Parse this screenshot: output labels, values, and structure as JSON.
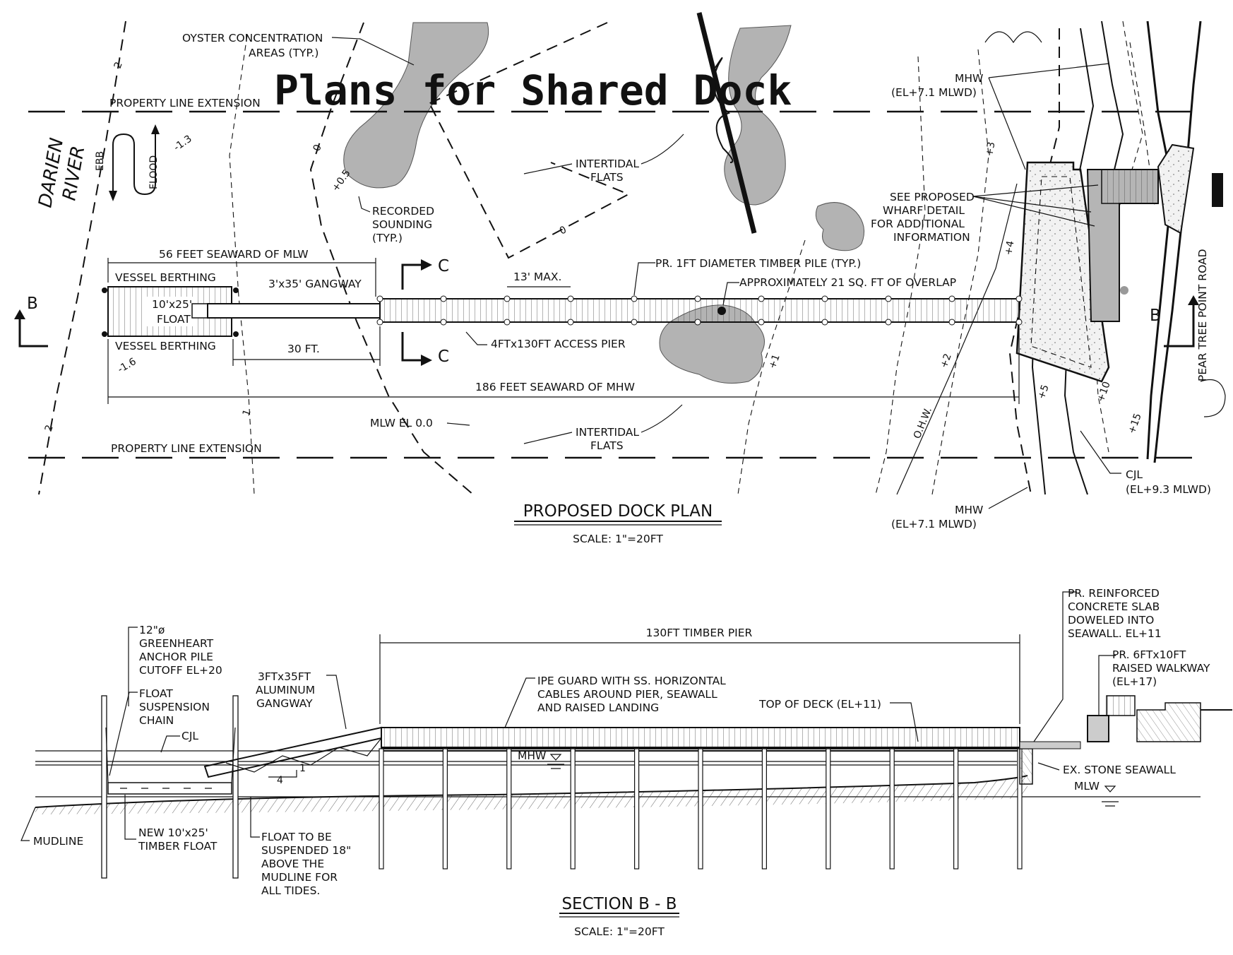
{
  "overlay_title": "Plans for Shared Dock",
  "colors": {
    "overlay": "#1f3fd6",
    "oyster": "#b3b3b3",
    "ink": "#111111"
  },
  "plan": {
    "title": "PROPOSED DOCK PLAN",
    "scale": "SCALE: 1\"=20FT",
    "river": [
      "DARIEN",
      "RIVER"
    ],
    "ebb": "EBB",
    "flood": "FLOOD",
    "road": "PEAR TREE POINT ROAD",
    "oyster_label": [
      "OYSTER CONCENTRATION",
      "AREAS (TYP.)"
    ],
    "property_line_top": "PROPERTY LINE EXTENSION",
    "property_line_bottom": "PROPERTY LINE EXTENSION",
    "intertidal_top": [
      "INTERTIDAL",
      "FLATS"
    ],
    "intertidal_bottom": [
      "INTERTIDAL",
      "FLATS"
    ],
    "recorded_sounding": [
      "RECORDED",
      "SOUNDING",
      "(TYP.)"
    ],
    "seaward_mlw": "56 FEET SEAWARD OF MLW",
    "seaward_mhw": "186 FEET SEAWARD OF MHW",
    "vessel_berthing_top": "VESSEL BERTHING",
    "vessel_berthing_bottom": "VESSEL BERTHING",
    "float_label": [
      "10'x25'",
      "FLOAT"
    ],
    "gangway_label": "3'x35' GANGWAY",
    "thirty_ft": "30 FT.",
    "thirteen_max": "13' MAX.",
    "pile_label": "PR. 1FT DIAMETER TIMBER PILE (TYP.)",
    "overlap_label": "APPROXIMATELY 21 SQ. FT OF OVERLAP",
    "access_pier": "4FTx130FT ACCESS PIER",
    "wharf_label": [
      "SEE PROPOSED",
      "WHARF DETAIL",
      "FOR ADDITIONAL",
      "INFORMATION"
    ],
    "mhw_top": [
      "MHW",
      "(EL+7.1 MLWD)"
    ],
    "mhw_bottom": [
      "MHW",
      "(EL+7.1 MLWD)"
    ],
    "cjl": [
      "CJL",
      "(EL+9.3 MLWD)"
    ],
    "mlw_el": "MLW EL 0.0",
    "ohw": "O.H.W.",
    "section_b": "B",
    "section_c": "C",
    "contours": [
      "2",
      "-1.3",
      "0",
      "+0.5",
      "0",
      "-1.6",
      "2",
      "1",
      "+1",
      "+2",
      "+3",
      "+4",
      "+5",
      "+10",
      "+15"
    ]
  },
  "section": {
    "title": "SECTION B - B",
    "scale": "SCALE: 1\"=20FT",
    "anchor_pile": [
      "12\"ø",
      "GREENHEART",
      "ANCHOR PILE",
      "CUTOFF EL+20"
    ],
    "float_chain": [
      "FLOAT",
      "SUSPENSION",
      "CHAIN"
    ],
    "cjl": "CJL",
    "gangway": [
      "3FTx35FT",
      "ALUMINUM",
      "GANGWAY"
    ],
    "timber_pier": "130FT TIMBER PIER",
    "ipe_guard": [
      "IPE GUARD WITH SS. HORIZONTAL",
      "CABLES AROUND PIER, SEAWALL",
      "AND RAISED LANDING"
    ],
    "top_deck": "TOP OF DECK (EL+11)",
    "slab": [
      "PR. REINFORCED",
      "CONCRETE SLAB",
      "DOWELED INTO",
      "SEAWALL. EL+11"
    ],
    "walkway": [
      "PR. 6FTx10FT",
      "RAISED WALKWAY",
      "(EL+17)"
    ],
    "mhw": "MHW",
    "mlw": "MLW",
    "seawall": "EX. STONE SEAWALL",
    "mudline": "MUDLINE",
    "new_float": [
      "NEW 10'x25'",
      "TIMBER FLOAT"
    ],
    "float_suspended": [
      "FLOAT TO BE",
      "SUSPENDED 18\"",
      "ABOVE THE",
      "MUDLINE FOR",
      "ALL TIDES."
    ],
    "slope_run": "4",
    "slope_rise": "1"
  }
}
